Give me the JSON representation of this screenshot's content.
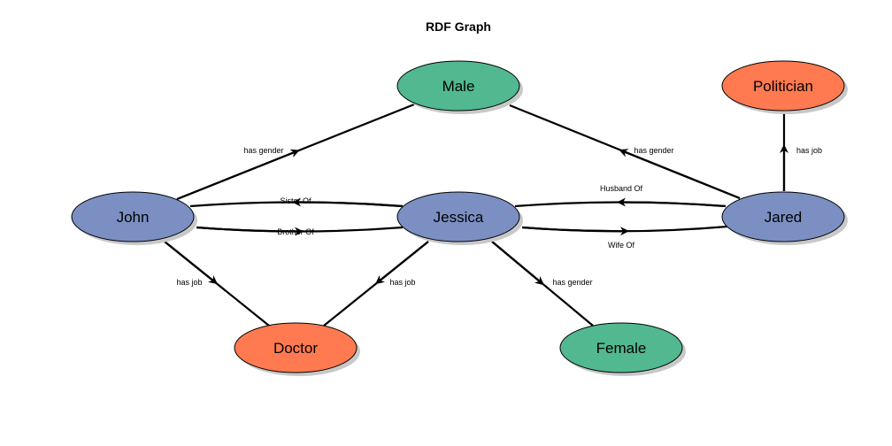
{
  "title": "RDF Graph",
  "colors": {
    "subject": "#7b8fc2",
    "gender": "#52b890",
    "job": "#ff7a50"
  },
  "nodes": {
    "male": {
      "label": "Male",
      "kind": "gender"
    },
    "politician": {
      "label": "Politician",
      "kind": "job"
    },
    "john": {
      "label": "John",
      "kind": "subject"
    },
    "jessica": {
      "label": "Jessica",
      "kind": "subject"
    },
    "jared": {
      "label": "Jared",
      "kind": "subject"
    },
    "doctor": {
      "label": "Doctor",
      "kind": "job"
    },
    "female": {
      "label": "Female",
      "kind": "gender"
    }
  },
  "edges": {
    "john_male": {
      "label": "has gender",
      "from": "John",
      "to": "Male"
    },
    "jared_male": {
      "label": "has gender",
      "from": "Jared",
      "to": "Male"
    },
    "jared_politician": {
      "label": "has job",
      "from": "Jared",
      "to": "Politician"
    },
    "jessica_john": {
      "label": "Sister Of",
      "from": "Jessica",
      "to": "John"
    },
    "john_jessica": {
      "label": "Brother Of",
      "from": "John",
      "to": "Jessica"
    },
    "jared_jessica": {
      "label": "Husband Of",
      "from": "Jared",
      "to": "Jessica"
    },
    "jessica_jared": {
      "label": "Wife Of",
      "from": "Jessica",
      "to": "Jared"
    },
    "john_doctor": {
      "label": "has job",
      "from": "John",
      "to": "Doctor"
    },
    "jessica_doctor": {
      "label": "has job",
      "from": "Jessica",
      "to": "Doctor"
    },
    "jessica_female": {
      "label": "has gender",
      "from": "Jessica",
      "to": "Female"
    }
  }
}
